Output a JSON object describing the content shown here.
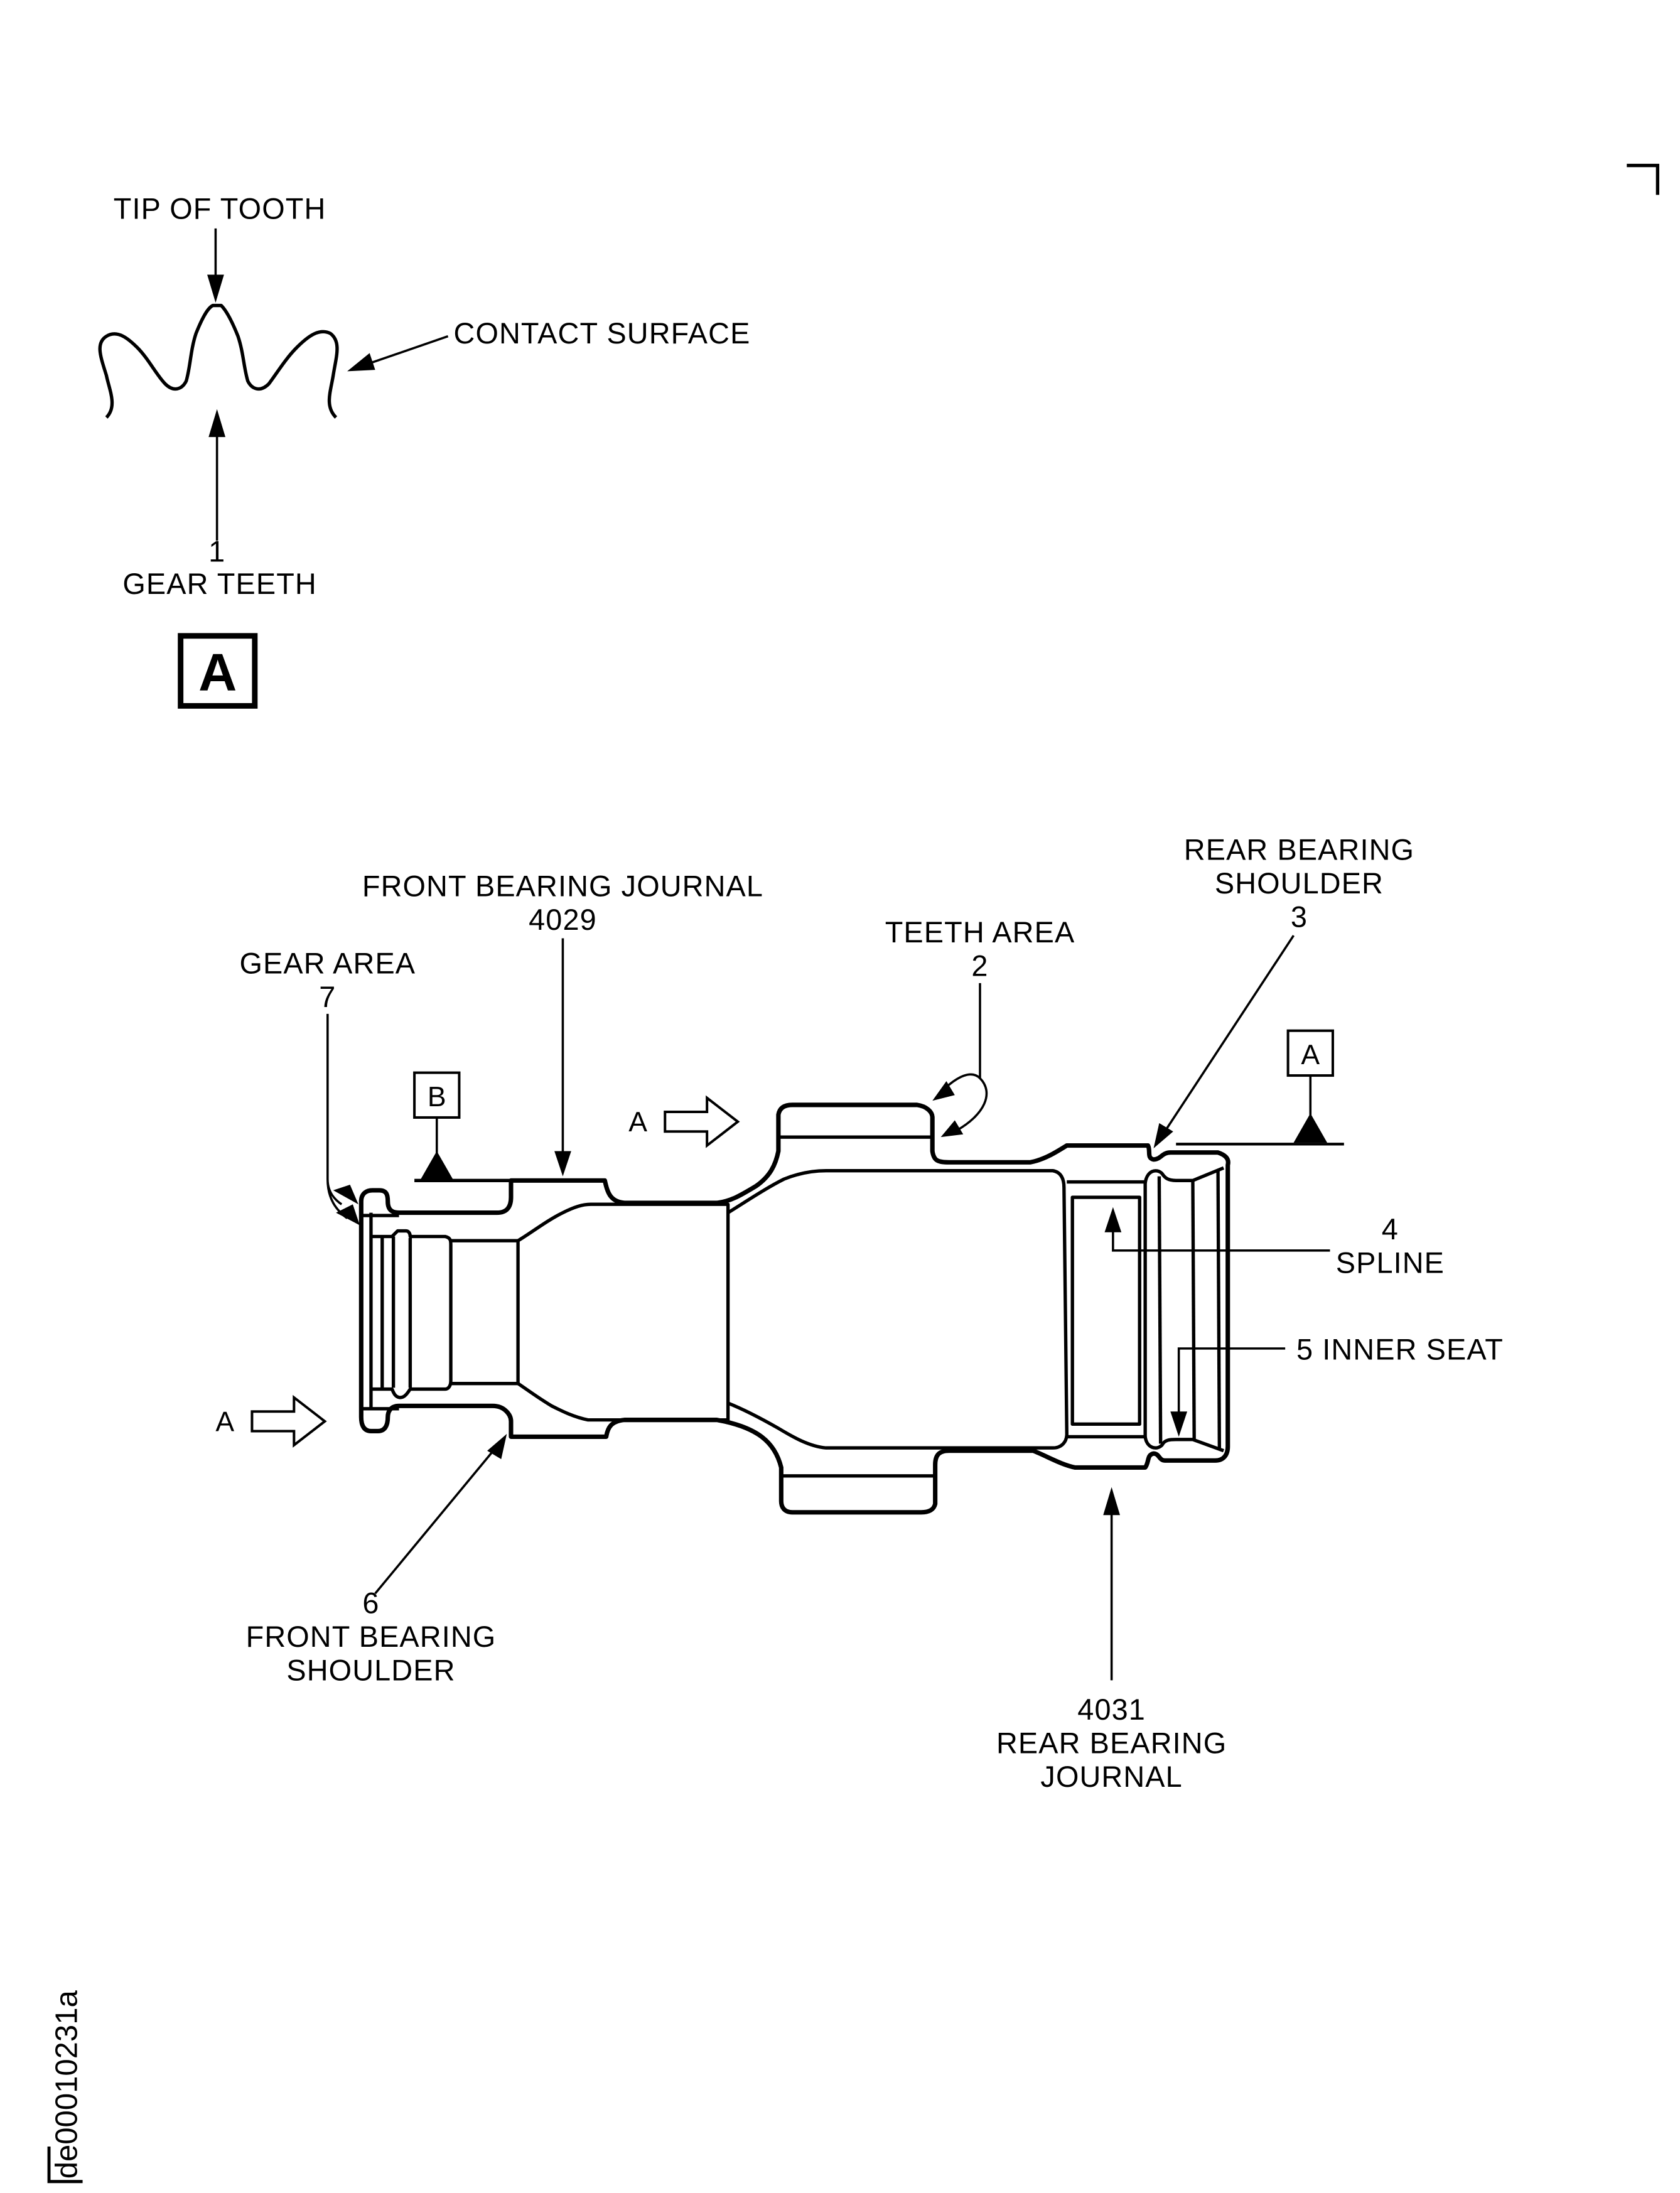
{
  "detail_view": {
    "tip_label": "TIP OF TOOTH",
    "contact_label": "CONTACT SURFACE",
    "gear_teeth_number": "1",
    "gear_teeth_label": "GEAR TEETH",
    "view_box_letter": "A"
  },
  "main_view": {
    "front_bearing_journal": {
      "label": "FRONT BEARING JOURNAL",
      "number": "4029"
    },
    "gear_area": {
      "label": "GEAR AREA",
      "number": "7"
    },
    "teeth_area": {
      "label": "TEETH AREA",
      "number": "2"
    },
    "rear_bearing_shoulder": {
      "label_line1": "REAR BEARING",
      "label_line2": "SHOULDER",
      "number": "3"
    },
    "spline": {
      "number": "4",
      "label": "SPLINE"
    },
    "inner_seat": {
      "label": "5 INNER SEAT"
    },
    "front_bearing_shoulder": {
      "number": "6",
      "label_line1": "FRONT BEARING",
      "label_line2": "SHOULDER"
    },
    "rear_bearing_journal": {
      "number": "4031",
      "label_line1": "REAR BEARING",
      "label_line2": "JOURNAL"
    },
    "datum_b": "B",
    "datum_a": "A",
    "view_arrow_left": "A",
    "view_arrow_top": "A"
  },
  "figure_id": "de00010231a"
}
